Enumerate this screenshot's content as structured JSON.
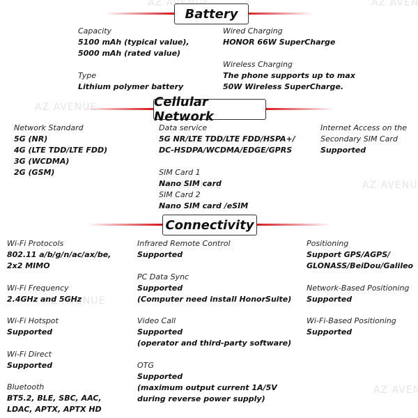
{
  "watermark": "AZ AVENUE",
  "sections": {
    "battery": {
      "title": "Battery",
      "capacity_label": "Capacity",
      "capacity_values": [
        "5100 mAh (typical value),",
        "5000 mAh (rated value)"
      ],
      "type_label": "Type",
      "type_value": "Lithium polymer battery",
      "wired_label": "Wired Charging",
      "wired_value": "HONOR 66W SuperCharge",
      "wireless_label": "Wireless Charging",
      "wireless_values": [
        "The phone supports up to max",
        "50W Wireless SuperCharge."
      ]
    },
    "cellular": {
      "title": "Cellular Network",
      "network_label": "Network Standard",
      "network_values": [
        "5G (NR)",
        "4G (LTE TDD/LTE FDD)",
        "3G (WCDMA)",
        "2G (GSM)"
      ],
      "data_label": "Data service",
      "data_values": [
        "5G NR/LTE TDD/LTE FDD/HSPA+/",
        "DC-HSDPA/WCDMA/EDGE/GPRS"
      ],
      "sim1_label": "SIM Card 1",
      "sim1_value": "Nano SIM card",
      "sim2_label": "SIM Card 2",
      "sim2_value": "Nano SIM card /eSIM",
      "internet_label_lines": [
        "Internet Access on the",
        "Secondary SIM Card"
      ],
      "internet_value": "Supported"
    },
    "connectivity": {
      "title": "Connectivity",
      "wifi_protocols_label": "Wi-Fi Protocols",
      "wifi_protocols_values": [
        "802.11 a/b/g/n/ac/ax/be,",
        "2x2 MIMO"
      ],
      "wifi_freq_label": "Wi-Fi Frequency",
      "wifi_freq_value": "2.4GHz and 5GHz",
      "wifi_hotspot_label": "Wi-Fi Hotspot",
      "wifi_hotspot_value": "Supported",
      "wifi_direct_label": "Wi-Fi Direct",
      "wifi_direct_value": "Supported",
      "bluetooth_label": "Bluetooth",
      "bluetooth_values": [
        "BT5.2, BLE, SBC, AAC,",
        "LDAC, APTX, APTX HD"
      ],
      "ir_label": "Infrared Remote Control",
      "ir_value": "Supported",
      "pc_label": "PC Data Sync",
      "pc_values": [
        "Supported",
        "(Computer need install HonorSuite)"
      ],
      "video_label": "Video Call",
      "video_values": [
        "Supported",
        "(operator and third-party software)"
      ],
      "otg_label": "OTG",
      "otg_values": [
        "Supported",
        "(maximum output current 1A/5V",
        "during reverse power supply)"
      ],
      "positioning_label": "Positioning",
      "positioning_values": [
        "Support GPS/AGPS/",
        "GLONASS/BeiDou/Galileo"
      ],
      "network_pos_label": "Network-Based Positioning",
      "network_pos_value": "Supported",
      "wifi_pos_label": "Wi-Fi-Based Positioning",
      "wifi_pos_value": "Supported"
    }
  },
  "colors": {
    "accent": "#d6141c",
    "watermark": "#e6e6e6"
  }
}
